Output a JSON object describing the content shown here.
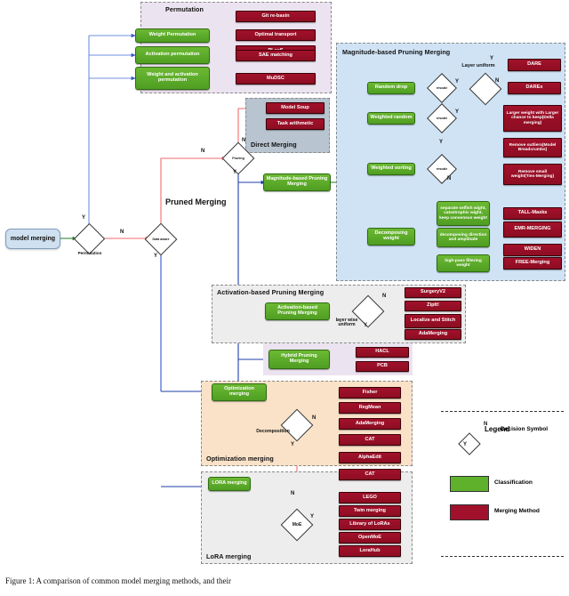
{
  "figure": {
    "caption": "Figure 1:  A comparison of common model merging methods, and their",
    "start_node": "model merging"
  },
  "legend": {
    "title": "Legend",
    "decision_symbol": "Decision Symbol",
    "classification": "Classification",
    "merging_method": "Merging Method",
    "yes_letter": "Y",
    "no_letter": "N",
    "green_hex": "#5fb12b",
    "red_hex": "#a2112b",
    "decision_border_hex": "#333333"
  },
  "sections": {
    "permutation": {
      "title": "Permutation",
      "classifications": [
        "Weight Permutation",
        "Activation permutation",
        "Weight and activation permutation"
      ],
      "methods": [
        "Git re-basin",
        "Optimal transport",
        "PLeaS",
        "SAE matching",
        "MuDSC"
      ]
    },
    "direct_merging": {
      "title": "Direct Merging",
      "methods": [
        "Model Soup",
        "Task arithmetic"
      ]
    },
    "pruned_merging": {
      "title": "Pruned Merging"
    },
    "magnitude": {
      "title": "Magnitude-based Pruning Merging",
      "entry": "Magnitude-based Pruning Merging",
      "classifications": [
        "Random drop",
        "Weighted random",
        "Weighted sorting",
        "Decomposing weight",
        "separate selfish wight, catastrophic wight, keep consensus weight",
        "decomposing direction and amplitude",
        "high-pass filtering weight"
      ],
      "decisions": [
        "rescale",
        "Layer uniform",
        "rescale",
        "rescale"
      ],
      "methods": [
        "DARE",
        "DAREx",
        "Larger weight with Larger chance to keep(Della merging)",
        "Remove outliers(Model Breadcrumbs)",
        "Remove small weight(Ties-Merging)",
        "TALL-Masks",
        "EMR-MERGING",
        "WIDEN",
        "FREE-Merging"
      ]
    },
    "activation": {
      "title": "Activation-based Pruning Merging",
      "entry": "Activation-based Pruning Merging",
      "decision": "layer wise uniform",
      "methods": [
        "SurgeryV2",
        "ZipIt!",
        "Localize and Stitch",
        "AdaMerging"
      ]
    },
    "hybrid": {
      "entry": "Hybrid Pruning Merging",
      "methods": [
        "HACL",
        "PCB"
      ]
    },
    "optimization": {
      "title": "Optimization merging",
      "entry": "Optimization merging",
      "decision": "Decomposition",
      "methods": [
        "Fisher",
        "RegMean",
        "AdaMerging",
        "CAT",
        "AlphaEdit"
      ]
    },
    "lora": {
      "title": "LoRA merging",
      "entry": "LORA merging",
      "decision": "MoE",
      "methods": [
        "CAT",
        "LEGO",
        "Twin merging",
        "Library of LoRAs",
        "OpenMoE",
        "LoraHub"
      ]
    }
  },
  "decisions": {
    "permutation": "Permutation",
    "data_aware": "Data aware",
    "pruning": "Pruning"
  },
  "branch_letters": {
    "yes": "Y",
    "no": "N"
  },
  "colors": {
    "edge_yes": "#3355cc",
    "edge_no": "#f26b6b",
    "edge_green": "#1f7a1f",
    "edge_blue_dark": "#1f3fa8"
  }
}
